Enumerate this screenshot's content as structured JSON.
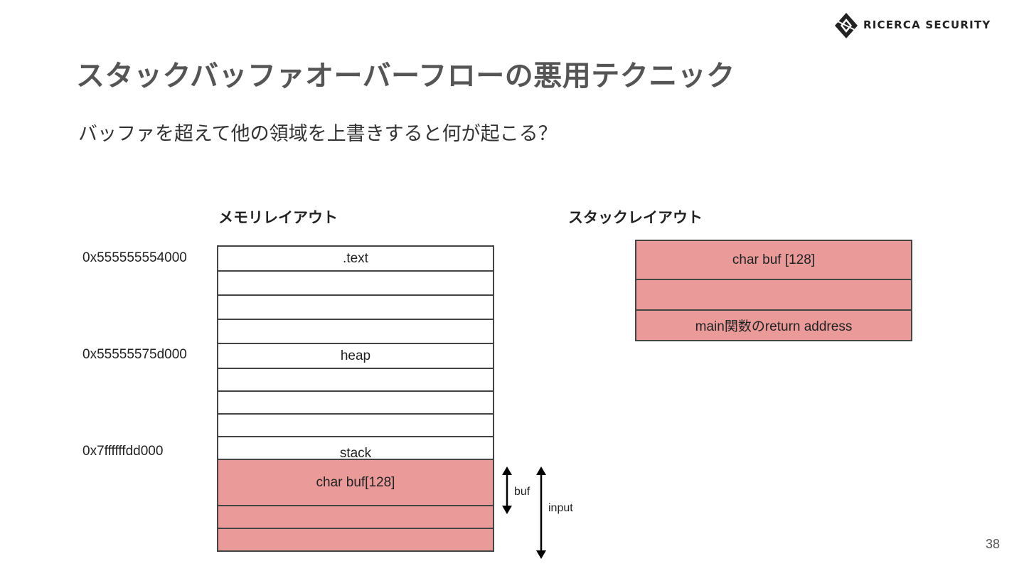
{
  "header": {
    "logo_text": "RICERCA SECURITY"
  },
  "title": "スタックバッファオーバーフローの悪用テクニック",
  "subtitle": "バッファを超えて他の領域を上書きすると何が起こる？",
  "memory": {
    "heading": "メモリレイアウト",
    "addresses": [
      "0x555555554000",
      "0x55555575d000",
      "0x7ffffffdd000"
    ],
    "cells": [
      ".text",
      "",
      "",
      "",
      "heap",
      "",
      "",
      "",
      "stack",
      "char buf[128]",
      "",
      ""
    ],
    "arrows": {
      "buf_label": "buf",
      "input_label": "input"
    }
  },
  "stack": {
    "heading": "スタックレイアウト",
    "cells": [
      "char buf [128]",
      "",
      "main関数のreturn address"
    ]
  },
  "page_number": "38",
  "colors": {
    "highlight": "#e99a99",
    "border": "#444444",
    "title": "#555555"
  }
}
